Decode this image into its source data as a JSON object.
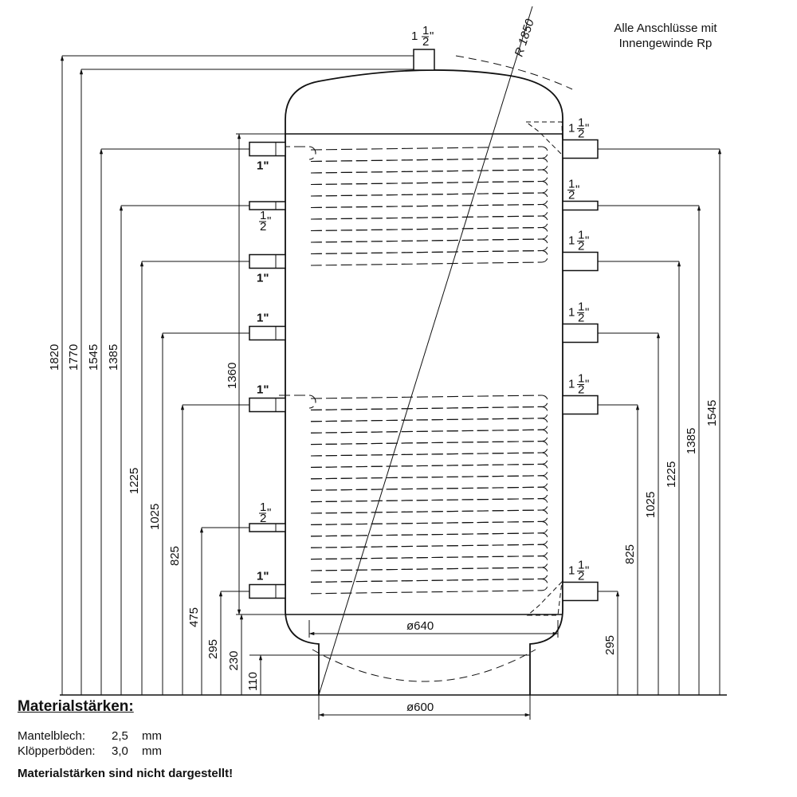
{
  "note": {
    "line1": "Alle Anschlüsse mit",
    "line2": "Innengewinde Rp"
  },
  "radius_label": "R 1850",
  "top_connection": {
    "whole": "1",
    "num": "1",
    "den": "2"
  },
  "diameters": {
    "inner": "ø640",
    "foot": "ø600"
  },
  "left_connections": [
    {
      "size": "1\"",
      "whole": "",
      "num": "",
      "den": "",
      "label_side": "below"
    },
    {
      "size": "",
      "whole": "",
      "num": "1",
      "den": "2",
      "label_side": "below"
    },
    {
      "size": "1\"",
      "whole": "",
      "num": "",
      "den": "",
      "label_side": "below"
    },
    {
      "size": "1\"",
      "whole": "",
      "num": "",
      "den": "",
      "label_side": "above"
    },
    {
      "size": "1\"",
      "whole": "",
      "num": "",
      "den": "",
      "label_side": "above"
    },
    {
      "size": "",
      "whole": "",
      "num": "1",
      "den": "2",
      "label_side": "above"
    },
    {
      "size": "1\"",
      "whole": "",
      "num": "",
      "den": "",
      "label_side": "above"
    }
  ],
  "right_connections": [
    {
      "whole": "1",
      "num": "1",
      "den": "2"
    },
    {
      "whole": "",
      "num": "1",
      "den": "2"
    },
    {
      "whole": "1",
      "num": "1",
      "den": "2"
    },
    {
      "whole": "1",
      "num": "1",
      "den": "2"
    },
    {
      "whole": "1",
      "num": "1",
      "den": "2"
    },
    {
      "whole": "1",
      "num": "1",
      "den": "2"
    }
  ],
  "left_dimensions": [
    "1820",
    "1770",
    "1545",
    "1385",
    "1225",
    "1025",
    "825",
    "475",
    "295",
    "230",
    "110"
  ],
  "inner_dimension": "1360",
  "right_dimensions": [
    "1545",
    "1385",
    "1225",
    "1025",
    "825",
    "295"
  ],
  "materials": {
    "title": "Materialstärken:",
    "rows": [
      {
        "label": "Mantelblech:",
        "value": "2,5",
        "unit": "mm"
      },
      {
        "label": "Klöpperböden:",
        "value": "3,0",
        "unit": "mm"
      }
    ],
    "warning": "Materialstärken sind nicht dargestellt!"
  }
}
